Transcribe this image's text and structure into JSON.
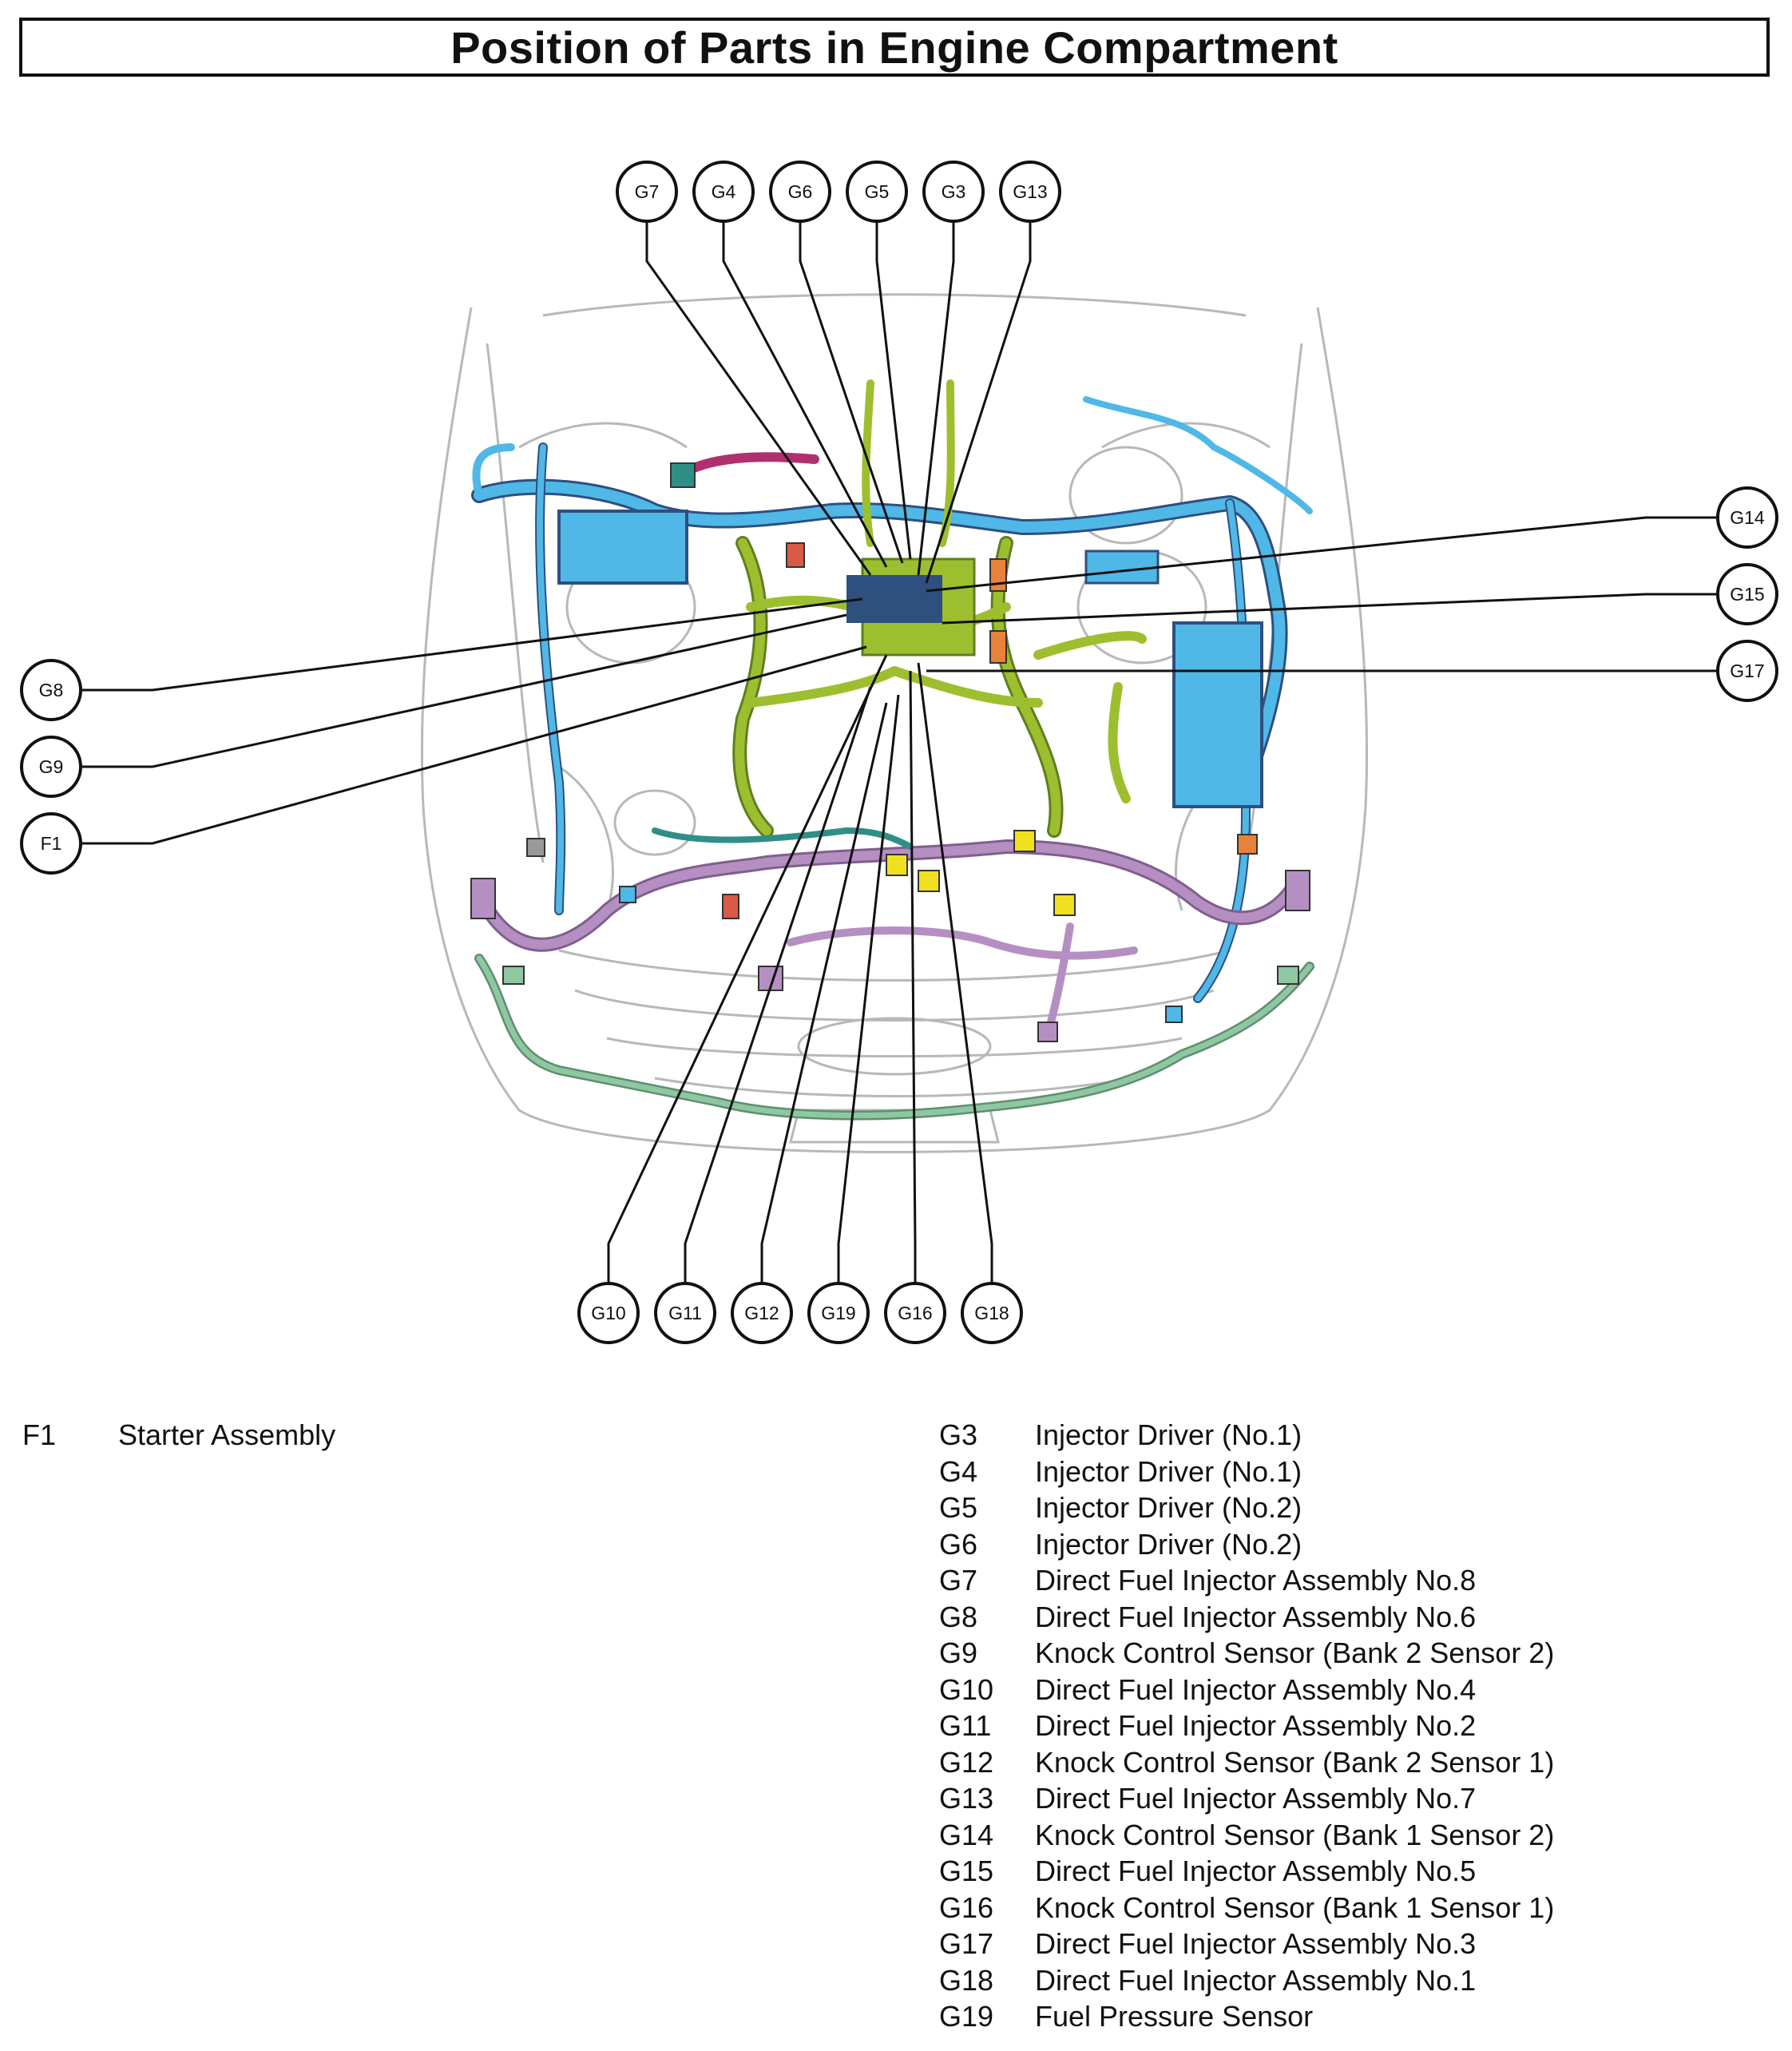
{
  "title": "Position of Parts in Engine Compartment",
  "callouts_top": [
    "G7",
    "G4",
    "G6",
    "G5",
    "G3",
    "G13"
  ],
  "callouts_left": [
    "G8",
    "G9",
    "F1"
  ],
  "callouts_right": [
    "G14",
    "G15",
    "G17"
  ],
  "callouts_bottom": [
    "G10",
    "G11",
    "G12",
    "G19",
    "G16",
    "G18"
  ],
  "legend_left": [
    {
      "code": "F1",
      "name": "Starter Assembly"
    }
  ],
  "legend_right": [
    {
      "code": "G3",
      "name": "Injector Driver (No.1)"
    },
    {
      "code": "G4",
      "name": "Injector Driver (No.1)"
    },
    {
      "code": "G5",
      "name": "Injector Driver (No.2)"
    },
    {
      "code": "G6",
      "name": "Injector Driver (No.2)"
    },
    {
      "code": "G7",
      "name": "Direct Fuel Injector Assembly No.8"
    },
    {
      "code": "G8",
      "name": "Direct Fuel Injector Assembly No.6"
    },
    {
      "code": "G9",
      "name": "Knock Control Sensor (Bank 2 Sensor 2)"
    },
    {
      "code": "G10",
      "name": "Direct Fuel Injector Assembly No.4"
    },
    {
      "code": "G11",
      "name": "Direct Fuel Injector Assembly No.2"
    },
    {
      "code": "G12",
      "name": "Knock Control Sensor (Bank 2 Sensor 1)"
    },
    {
      "code": "G13",
      "name": "Direct Fuel Injector Assembly No.7"
    },
    {
      "code": "G14",
      "name": "Knock Control Sensor (Bank 1 Sensor 2)"
    },
    {
      "code": "G15",
      "name": "Direct Fuel Injector Assembly No.5"
    },
    {
      "code": "G16",
      "name": "Knock Control Sensor (Bank 1 Sensor 1)"
    },
    {
      "code": "G17",
      "name": "Direct Fuel Injector Assembly No.3"
    },
    {
      "code": "G18",
      "name": "Direct Fuel Injector Assembly No.1"
    },
    {
      "code": "G19",
      "name": "Fuel Pressure Sensor"
    }
  ],
  "colors": {
    "ink": "#111111",
    "outline": "#b8b8b8",
    "harness_blue": "#4fb8e6",
    "harness_green": "#9dbf2f",
    "harness_purple": "#b58fc2",
    "harness_teal": "#2f8f86",
    "harness_magenta": "#b0306f",
    "harness_navy": "#2f4f7f",
    "harness_light_green": "#8fc7a3",
    "connector_yellow": "#f0e020",
    "connector_orange": "#e8813a",
    "connector_red": "#d85a4a"
  }
}
